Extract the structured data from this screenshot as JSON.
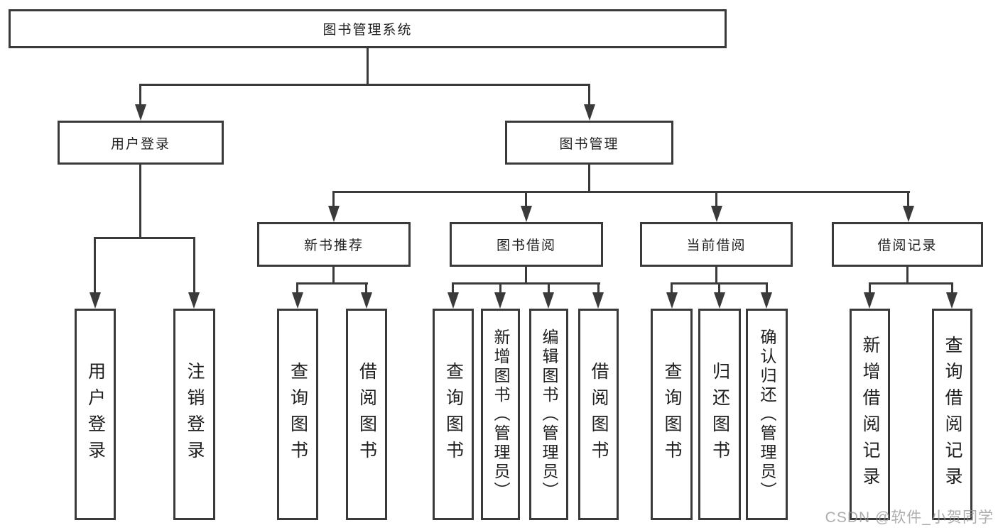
{
  "diagram": {
    "root": {
      "label": "图书管理系统",
      "children": [
        {
          "label": "用户登录",
          "children": [
            {
              "label": "用户登录"
            },
            {
              "label": "注销登录"
            }
          ]
        },
        {
          "label": "图书管理",
          "children": [
            {
              "label": "新书推荐",
              "children": [
                {
                  "label": "查询图书"
                },
                {
                  "label": "借阅图书"
                }
              ]
            },
            {
              "label": "图书借阅",
              "children": [
                {
                  "label": "查询图书"
                },
                {
                  "label": "新增图书（管理员）"
                },
                {
                  "label": "编辑图书（管理员）"
                },
                {
                  "label": "借阅图书"
                }
              ]
            },
            {
              "label": "当前借阅",
              "children": [
                {
                  "label": "查询图书"
                },
                {
                  "label": "归还图书"
                },
                {
                  "label": "确认归还（管理员）"
                }
              ]
            },
            {
              "label": "借阅记录",
              "children": [
                {
                  "label": "新增借阅记录"
                },
                {
                  "label": "查询借阅记录"
                }
              ]
            }
          ]
        }
      ]
    },
    "watermark": "CSDN @软件_小贺同学",
    "colors": {
      "line": "#3a3a3a",
      "text": "#1e1e1e",
      "box_fill": "#ffffff",
      "background": "#ffffff",
      "watermark": "#919191"
    }
  }
}
